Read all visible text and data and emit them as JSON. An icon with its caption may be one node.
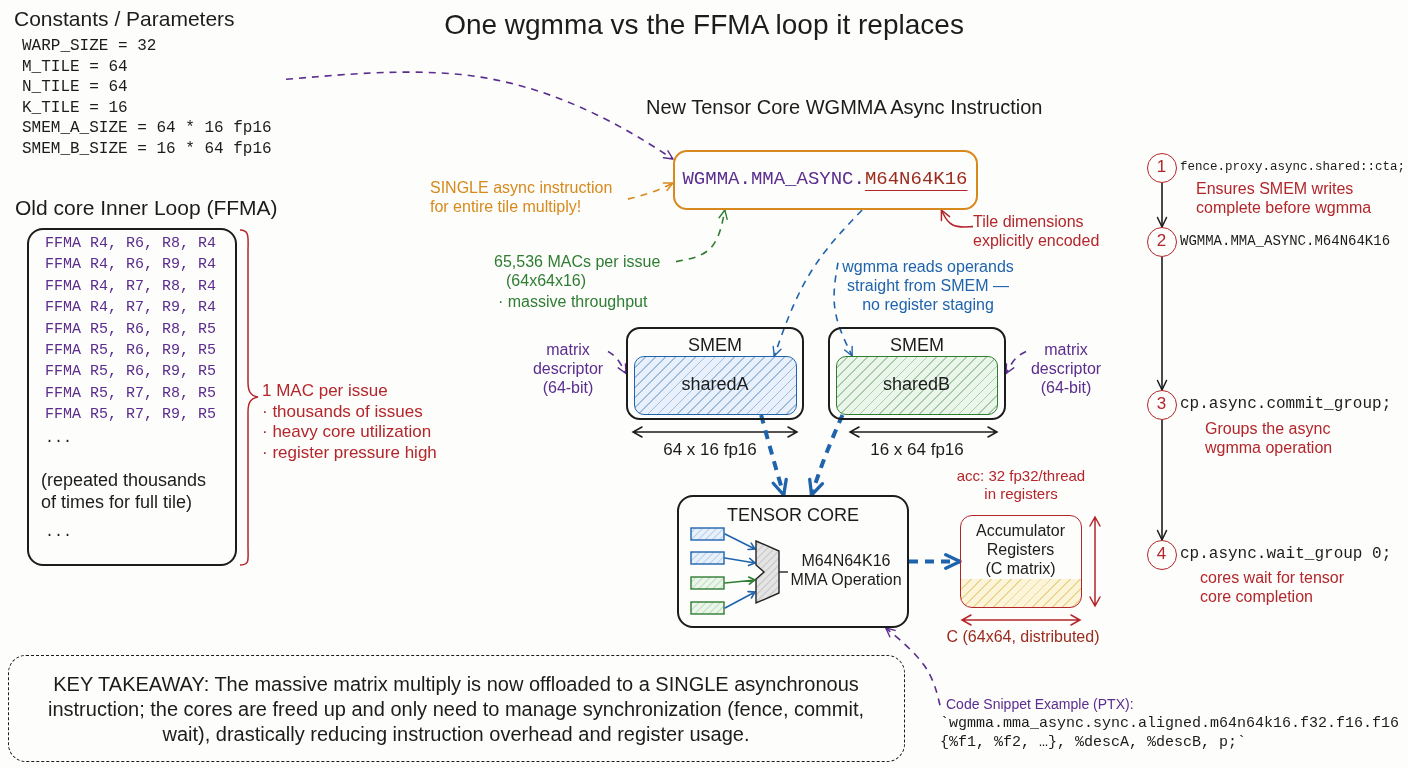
{
  "diagram": {
    "title": "One wgmma vs the FFMA loop it replaces",
    "nodes": [
      {
        "text": [
          "Constants / Parameters",
          "WARP_SIZE = 32",
          "M_TILE = 64",
          "N_TILE = 64",
          "K_TILE = 16",
          "SMEM_A_SIZE = 64 * 16 fp16",
          "SMEM_B_SIZE = 16 * 64 fp16"
        ]
      },
      {
        "text": [
          "Old core Inner Loop (FFMA)",
          "FFMA R4, R6, R8, R4",
          "FFMA R4, R6, R9, R4",
          "FFMA R4, R7, R8, R4",
          "FFMA R4, R7, R9, R4",
          "FFMA R5, R6, R8, R5",
          "FFMA R5, R6, R9, R5",
          "FFMA R5, R6, R9, R5",
          "FFMA R5, R7, R8, R5",
          "FFMA R5, R7, R9, R5",
          "...",
          "(repeated thousands of times for full tile)",
          "..."
        ],
        "beside": [
          "1 MAC per issue",
          "· thousands of issues",
          "· heavy core utilization",
          "· register pressure high"
        ]
      },
      {
        "text": [
          "WGMMA.MMA_ASYNC.M64N64K16"
        ]
      },
      {
        "text": [
          "SINGLE async instruction for entire tile multiply!"
        ]
      },
      {
        "text": [
          "65,536 MACs per issue (64x64x16)",
          "· massive throughput"
        ]
      },
      {
        "text": [
          "Tile dimensions explicitly encoded"
        ]
      },
      {
        "text": [
          "wgmma reads operands straight from SMEM — no register staging"
        ]
      },
      {
        "text": [
          "SMEM"
        ]
      },
      {
        "text": [
          "sharedA"
        ],
        "in": 7
      },
      {
        "text": [
          "SMEM"
        ]
      },
      {
        "text": [
          "sharedB"
        ],
        "in": 9
      },
      {
        "text": [
          "matrix descriptor (64-bit)"
        ]
      },
      {
        "text": [
          "matrix descriptor (64-bit)"
        ]
      },
      {
        "text": [
          "TENSOR CORE",
          "M64N64K16 MMA Operation"
        ]
      },
      {
        "text": [
          "Accumulator Registers",
          "(C matrix)"
        ],
        "beside": [
          "acc: 32 fp32/thread in registers"
        ]
      },
      {
        "text": [
          "Code Snippet Example (PTX):",
          "`wgmma.mma_async.sync.aligned.m64n64k16.f32.f16.f16 {%f1, %f2, …}, %descA, %descB, p;`"
        ]
      },
      {
        "text": [
          "1"
        ],
        "beside": [
          "fence.proxy.async.shared::cta;",
          "Ensures SMEM writes complete before wgmma"
        ]
      },
      {
        "text": [
          "2"
        ],
        "beside": [
          "WGMMA.MMA_ASYNC.M64N64K16"
        ]
      },
      {
        "text": [
          "3"
        ],
        "beside": [
          "cp.async.commit_group;",
          "Groups the async wgmma operation"
        ]
      },
      {
        "text": [
          "4"
        ],
        "beside": [
          "cp.async.wait_group 0;",
          "cores wait for tensor core completion"
        ]
      },
      {
        "text": [
          "KEY TAKEAWAY: The massive matrix multiply is now offloaded to a SINGLE asynchronous instruction; the cores are freed up and only need to manage synchronization (fence, commit, wait), drastically reducing instruction overhead and register usage."
        ]
      }
    ],
    "edges": [
      {
        "from": 0,
        "to": 2,
        "arrow": "to",
        "style": "dashed",
        "color": "#5b2d8e"
      },
      {
        "from": 3,
        "to": 2,
        "arrow": "to",
        "style": "dashed",
        "color": "#d8891c"
      },
      {
        "from": 4,
        "to": 2,
        "arrow": "to",
        "style": "dashed",
        "color": "#2f7d32"
      },
      {
        "from": 5,
        "to": 2,
        "arrow": "to",
        "color": "#b3262b"
      },
      {
        "from": 2,
        "to": 8,
        "arrow": "to",
        "style": "dashed",
        "color": "#1f63ad"
      },
      {
        "from": 6,
        "to": 10,
        "arrow": "to",
        "style": "dashed",
        "color": "#1f63ad"
      },
      {
        "from": 11,
        "to": 7,
        "arrow": "to",
        "style": "dashed",
        "color": "#5b2d8e"
      },
      {
        "from": 12,
        "to": 9,
        "arrow": "to",
        "style": "dashed",
        "color": "#5b2d8e"
      },
      {
        "from": 8,
        "to": 13,
        "arrow": "to",
        "style": "dashed",
        "color": "#1f63ad"
      },
      {
        "from": 10,
        "to": 13,
        "arrow": "to",
        "style": "dashed",
        "color": "#1f63ad"
      },
      {
        "from": 13,
        "to": 14,
        "arrow": "to",
        "style": "dashed",
        "color": "#1f63ad"
      },
      {
        "from": 15,
        "to": 13,
        "arrow": "to",
        "style": "dashed",
        "color": "#5b2d8e"
      },
      {
        "from": 16,
        "to": 17,
        "arrow": "to",
        "color": "#1c1c1c"
      },
      {
        "from": 17,
        "to": 18,
        "arrow": "to",
        "color": "#1c1c1c"
      },
      {
        "from": 18,
        "to": 19,
        "arrow": "to",
        "color": "#1c1c1c"
      }
    ],
    "labels": [
      "New Tensor Core WGMMA Async Instruction",
      "64 x 16 fp16",
      "16 x 64 fp16",
      "C (64x64, distributed)"
    ]
  }
}
